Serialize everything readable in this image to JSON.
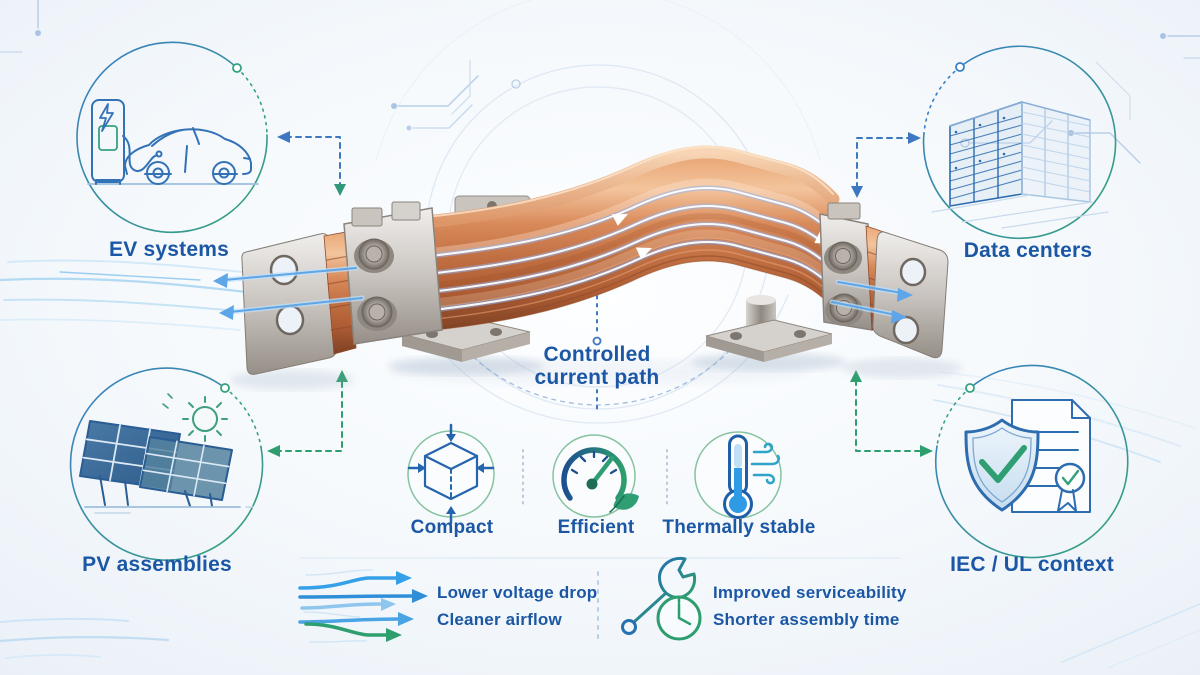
{
  "palette": {
    "text_blue": "#1b57a5",
    "accent_blue": "#2e6cb0",
    "accent_teal": "#2f9e6e",
    "connector_blue": "#3d77c2",
    "connector_green": "#2f9e6e",
    "copper": "#c9764a",
    "steel": "#b7b2ac",
    "flow_glow": "#ffffff",
    "thermo_blue": "#2e9be4"
  },
  "nodes": {
    "ev": {
      "label": "EV systems",
      "icon": "ev-charging-car-icon"
    },
    "data_centers": {
      "label": "Data centers",
      "icon": "server-racks-icon"
    },
    "pv": {
      "label": "PV assemblies",
      "icon": "solar-panel-sun-icon"
    },
    "iec": {
      "label": "IEC / UL context",
      "icon": "shield-check-certificate-icon"
    }
  },
  "center": {
    "illustration": "laminated-copper-busbar",
    "annotation": {
      "line1": "Controlled",
      "line2": "current path"
    }
  },
  "features": [
    {
      "label": "Compact",
      "icon": "compact-cube-arrows-icon"
    },
    {
      "label": "Efficient",
      "icon": "gauge-leaf-icon"
    },
    {
      "label": "Thermally stable",
      "icon": "thermometer-airflow-icon"
    }
  ],
  "benefits": [
    {
      "icon": "flow-arrows-icon",
      "lines": [
        "Lower voltage drop",
        "Cleaner airflow"
      ]
    },
    {
      "icon": "wrench-clock-icon",
      "lines": [
        "Improved serviceability",
        "Shorter assembly time"
      ]
    }
  ]
}
